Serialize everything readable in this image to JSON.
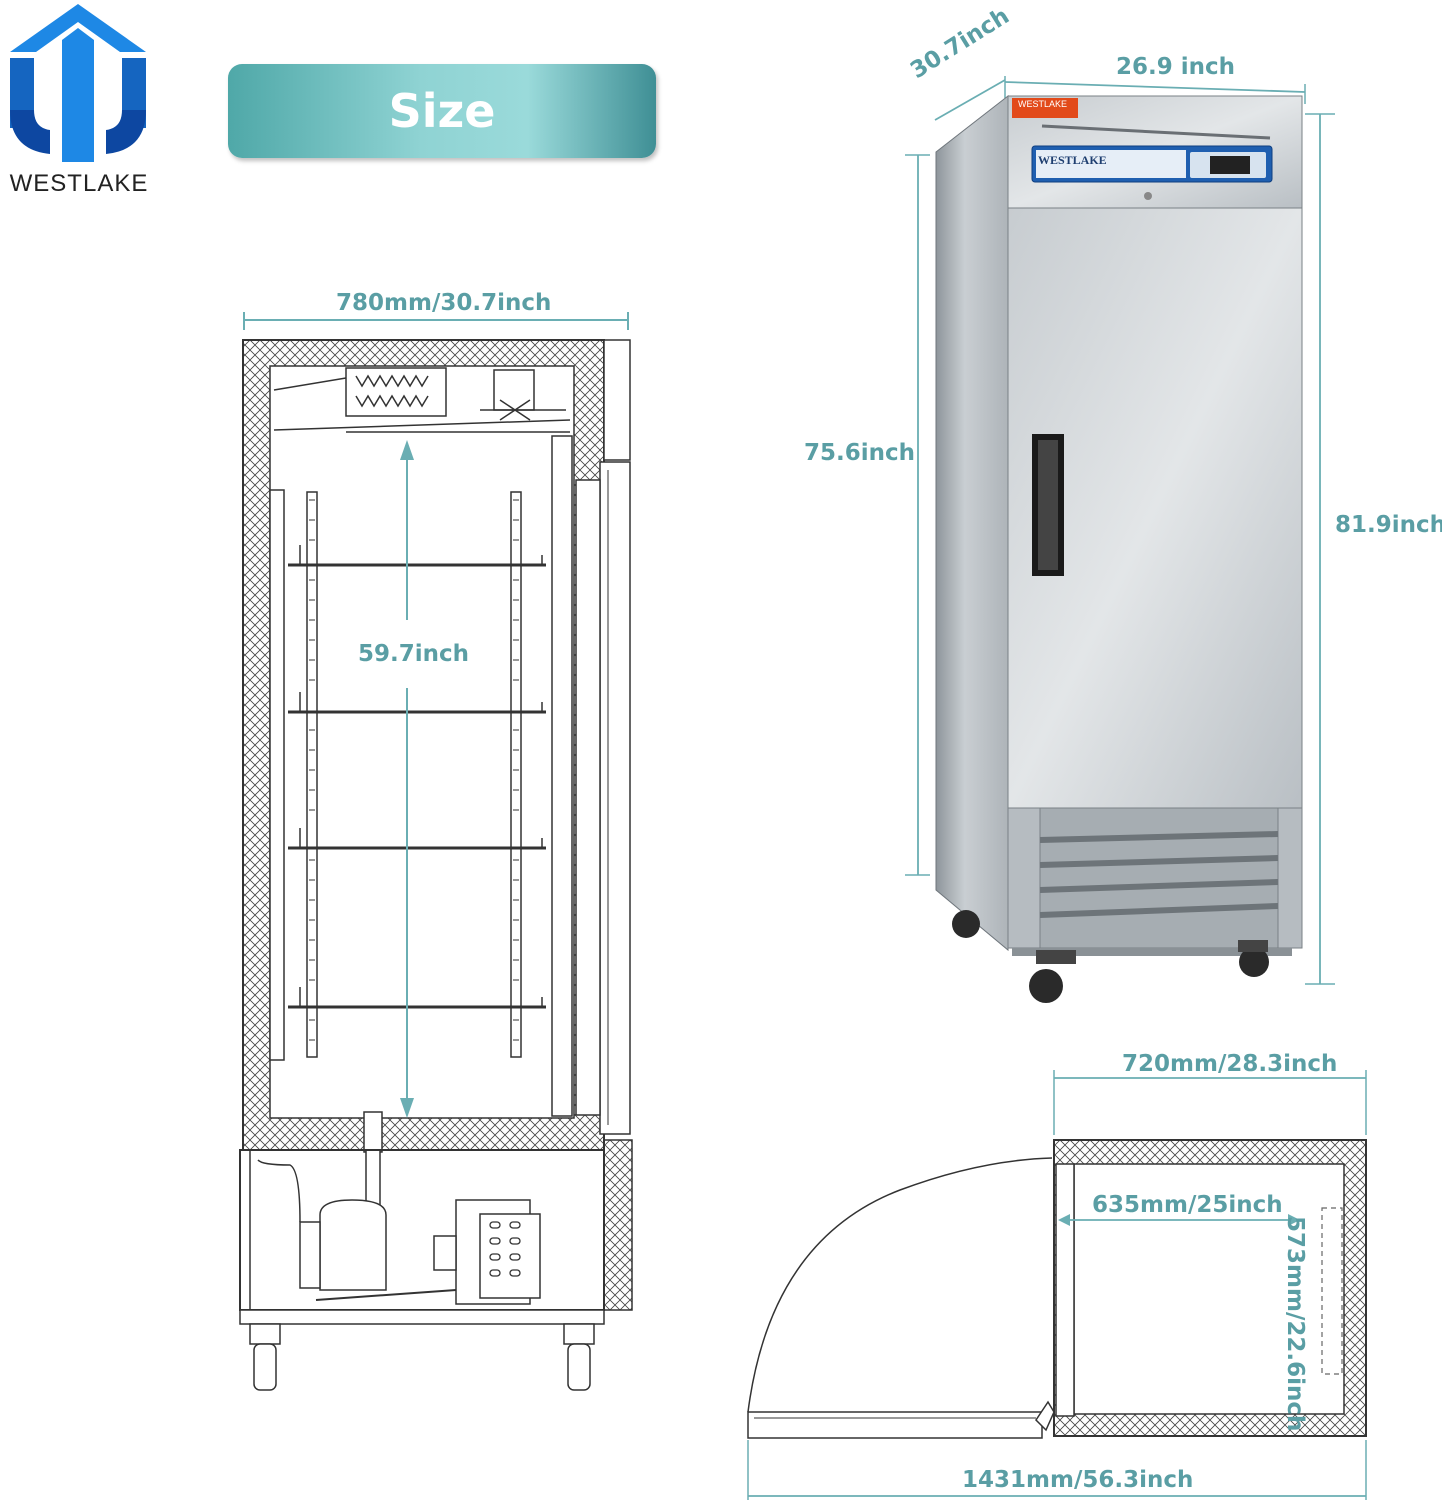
{
  "brand": {
    "name": "WESTLAKE"
  },
  "banner": {
    "title": "Size"
  },
  "product": {
    "label_brand": "WESTLAKE",
    "badge": "WESTLAKE"
  },
  "dimensions": {
    "depth_top": "30.7inch",
    "width_top": "26.9 inch",
    "cabinet_height": "75.6inch",
    "total_height": "81.9inch",
    "section_width": "780mm/30.7inch",
    "interior_height": "59.7inch",
    "plan_depth": "720mm/28.3inch",
    "interior_depth": "635mm/25inch",
    "interior_width": "573mm/22.6inch",
    "door_swing_width": "1431mm/56.3inch"
  },
  "colors": {
    "accent": "#5a9ea4",
    "banner_start": "#4fa8a8",
    "logo_blue": "#1565c0"
  }
}
